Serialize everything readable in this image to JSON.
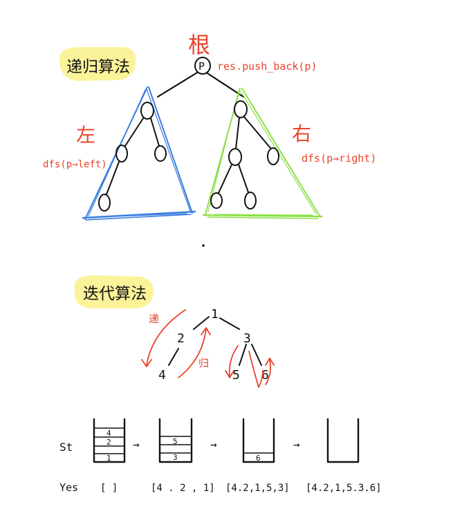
{
  "recursion": {
    "title": "递归算法",
    "root_label": "根",
    "root_node": "P",
    "root_action": "res.push_back(p)",
    "left_label": "左",
    "left_call": "dfs(p→left)",
    "right_label": "右",
    "right_call": "dfs(p→right)",
    "colors": {
      "left_triangle": "#3b7ee0",
      "right_triangle": "#8ee04a",
      "highlight": "#fbf39a",
      "annotation": "#e8432b"
    }
  },
  "iteration": {
    "title": "迭代算法",
    "push_label": "递",
    "pop_label": "归",
    "nodes": {
      "n1": "1",
      "n2": "2",
      "n3": "3",
      "n4": "4",
      "n5": "5",
      "n6": "6"
    }
  },
  "stack": {
    "label": "St",
    "arrow": "→",
    "stack1": [
      "4",
      "2",
      "1"
    ],
    "stack2": [
      "5",
      "3"
    ],
    "stack3": [
      "6"
    ],
    "stack4": []
  },
  "result": {
    "label": "Yes",
    "values": [
      "[ ]",
      "[4 . 2 , 1]",
      "[4.2,1,5,3]",
      "[4.2,1,5.3.6]"
    ]
  }
}
